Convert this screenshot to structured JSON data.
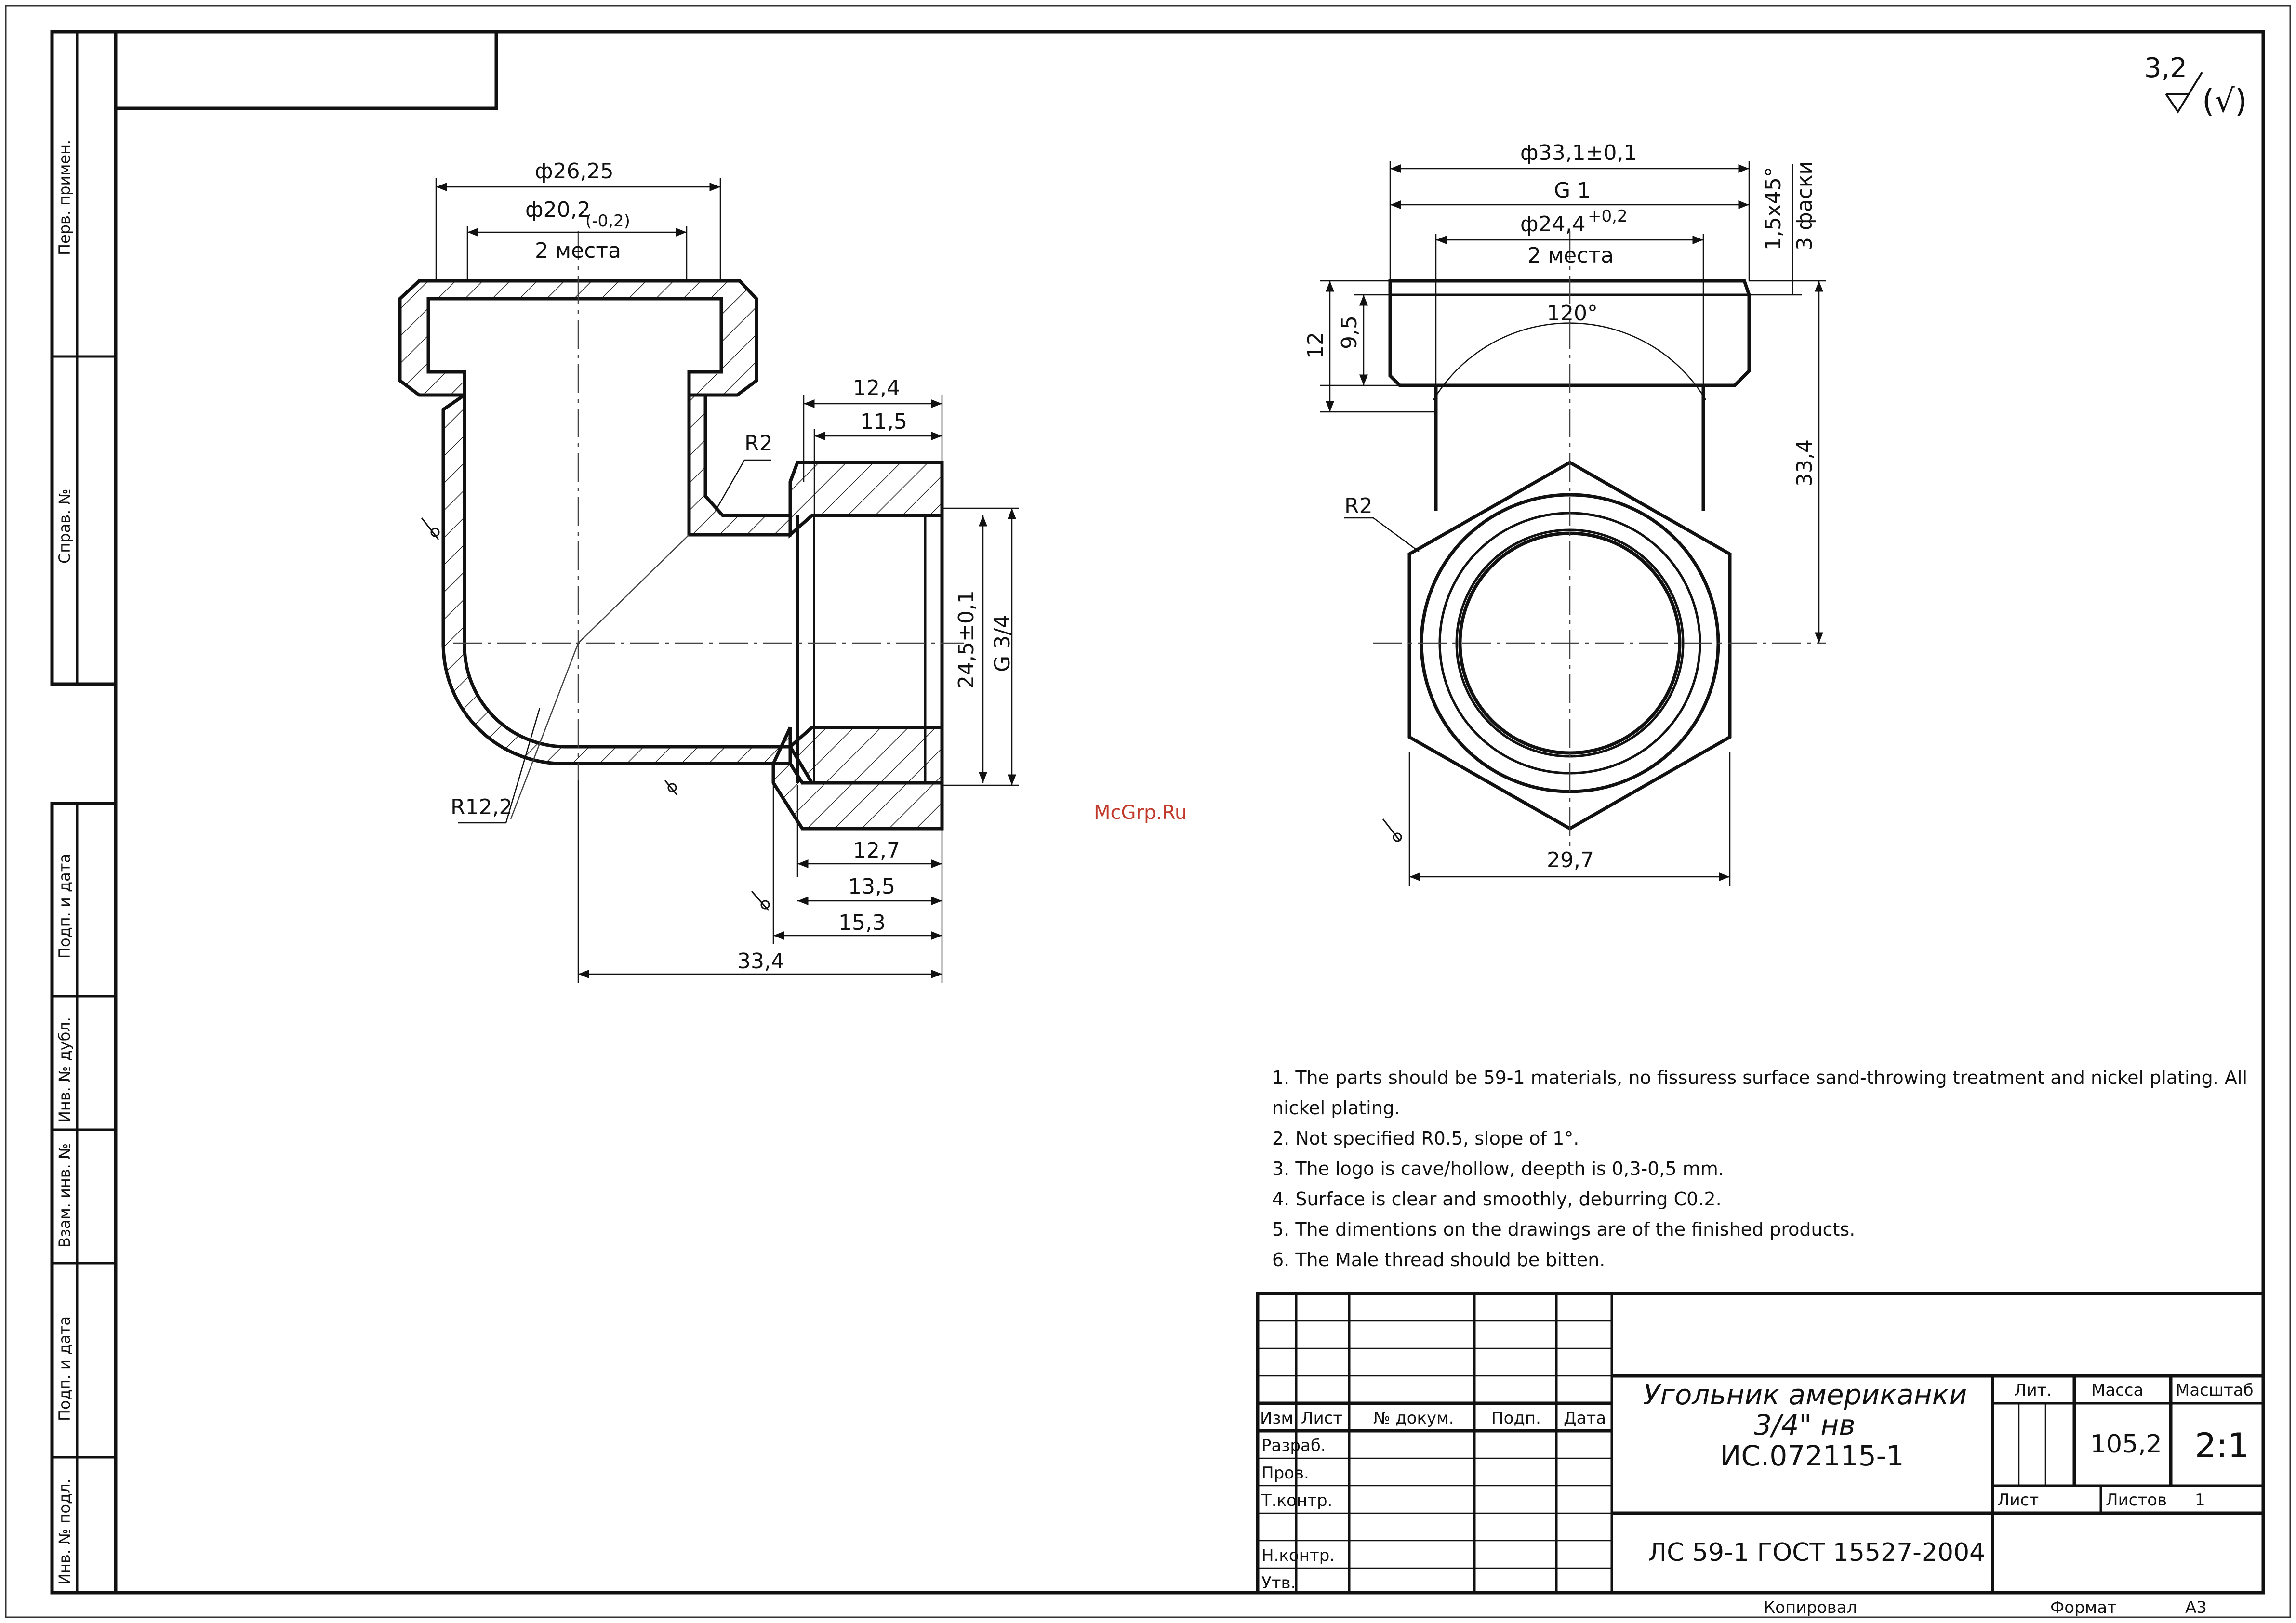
{
  "roughness": {
    "value": "3,2",
    "suffix": "(√)"
  },
  "watermark": "McGrp.Ru",
  "side_stamp": {
    "perv_primen": "Перв. примен.",
    "sprav": "Справ. №",
    "podp_data_1": "Подп. и дата",
    "inv_dubl": "Инв. № дубл.",
    "vzam_inv": "Взам. инв. №",
    "podp_data_2": "Подп. и дата",
    "inv_podl": "Инв. № подл."
  },
  "view_left": {
    "d_outer": "ф26,25",
    "d_inner": "ф20,2",
    "d_inner_tol": "(-0,2)",
    "places": "2 места",
    "d12_4": "12,4",
    "d11_5": "11,5",
    "r2": "R2",
    "r12_2": "R12,2",
    "d24_5": "24,5±0,1",
    "g34": "G 3/4",
    "d12_7": "12,7",
    "d13_5": "13,5",
    "d15_3": "15,3",
    "d33_4": "33,4"
  },
  "view_right": {
    "d_outer": "ф33,1±0,1",
    "g1": "G 1",
    "d_inner": "ф24,4",
    "d_inner_tol": "+0,2",
    "places": "2 места",
    "chamfer": "1,5х45°",
    "chamfer_count": "3 фаски",
    "angle": "120°",
    "h12": "12",
    "h9_5": "9,5",
    "h33_4": "33,4",
    "r2": "R2",
    "w29_7": "29,7"
  },
  "notes": [
    "1. The parts should be 59-1 materials, no fissuress surface sand-throwing treatment and nickel plating. All",
    "nickel plating.",
    "2. Not specified R0.5, slope of 1°.",
    "3. The logo is cave/hollow, deepth is 0,3-0,5 mm.",
    "4. Surface is clear and smoothly, deburring C0.2.",
    "5. The dimentions on the drawings are of the finished products.",
    "6. The Male thread should be bitten."
  ],
  "title_block": {
    "izm": "Изм.",
    "list": "Лист",
    "n_dokum": "№ докум.",
    "podp": "Подп.",
    "data": "Дата",
    "razrab": "Разраб.",
    "prov": "Пров.",
    "tkontr": "Т.контр.",
    "nkontr": "Н.контр.",
    "utv": "Утв.",
    "name_line1": "Угольник американки",
    "name_line2": "3/4\" нв",
    "name_line3": "ИС.072115-1",
    "lit": "Лит.",
    "massa": "Масса",
    "masshtab": "Масштаб",
    "mass_value": "105,2",
    "scale_value": "2:1",
    "list_label": "Лист",
    "listov_label": "Листов",
    "listov_value": "1",
    "material": "ЛС 59-1 ГОСТ 15527-2004",
    "kopiroval": "Копировал",
    "format_label": "Формат",
    "format_value": "А3"
  }
}
